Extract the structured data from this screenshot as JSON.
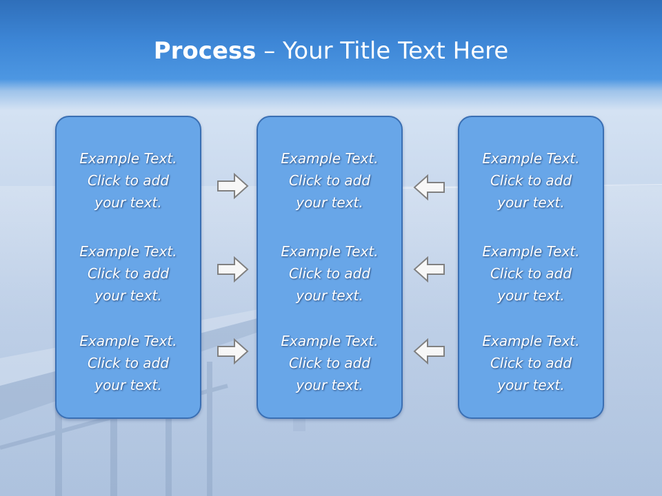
{
  "title": {
    "bold": "Process",
    "rest": " – Your Title Text Here"
  },
  "columns": [
    {
      "items": [
        {
          "line1": "Example Text.",
          "line2": "Click  to add",
          "line3": "your text."
        },
        {
          "line1": "Example Text.",
          "line2": "Click  to add",
          "line3": "your text."
        },
        {
          "line1": "Example Text.",
          "line2": "Click  to add",
          "line3": "your text."
        }
      ]
    },
    {
      "items": [
        {
          "line1": "Example Text.",
          "line2": "Click  to add",
          "line3": "your text."
        },
        {
          "line1": "Example Text.",
          "line2": "Click  to add",
          "line3": "your text."
        },
        {
          "line1": "Example Text.",
          "line2": "Click  to add",
          "line3": "your text."
        }
      ]
    },
    {
      "items": [
        {
          "line1": "Example Text.",
          "line2": "Click  to add",
          "line3": "your text."
        },
        {
          "line1": "Example Text.",
          "line2": "Click  to add",
          "line3": "your text."
        },
        {
          "line1": "Example Text.",
          "line2": "Click  to add",
          "line3": "your text."
        }
      ]
    }
  ],
  "arrows": {
    "left_group_direction": "right",
    "right_group_direction": "left",
    "fill": "#f7f7f7",
    "stroke": "#808080"
  },
  "colors": {
    "panel_fill": "#68a6e8",
    "panel_border": "#3a6fb3",
    "title_bar": "#3d86d6",
    "text": "#ffffff"
  }
}
